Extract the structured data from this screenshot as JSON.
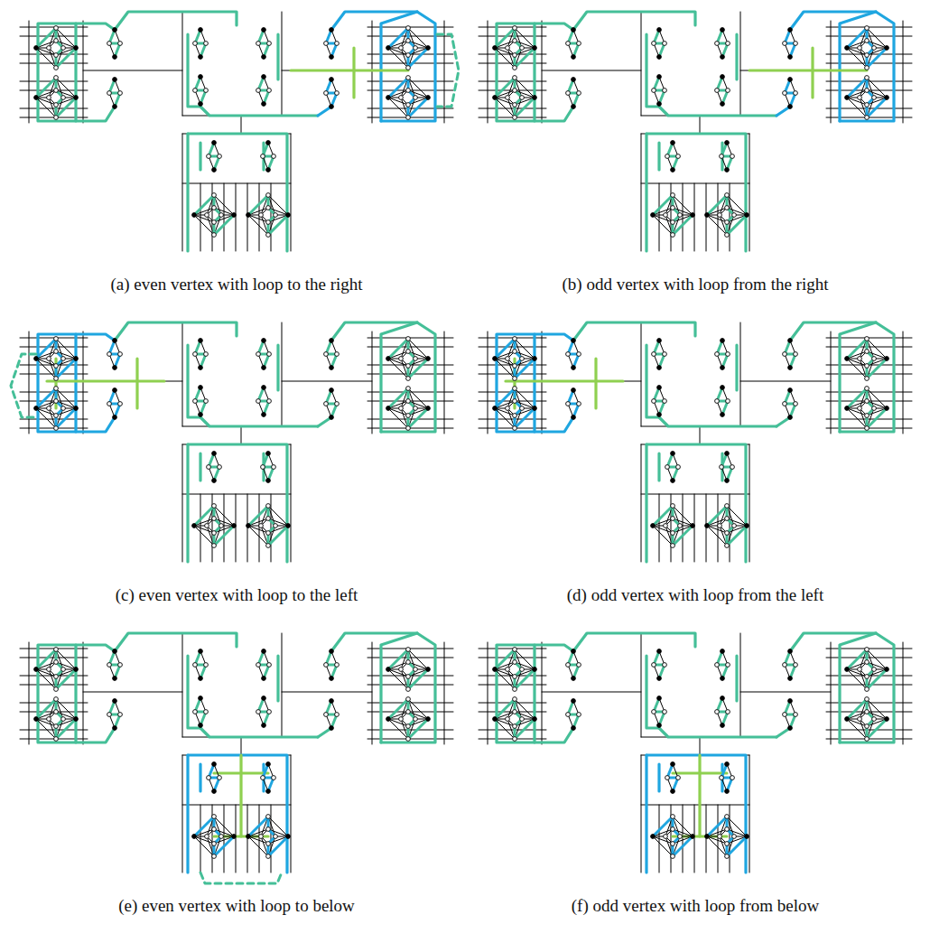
{
  "diagram": {
    "labels": [
      "(a) even vertex with loop to the right",
      "(b) odd vertex with loop from the right",
      "(c) even vertex with loop to the left",
      "(d) odd vertex with loop from the left",
      "(e) even vertex with loop to below",
      "(f) odd vertex with loop from below"
    ]
  }
}
